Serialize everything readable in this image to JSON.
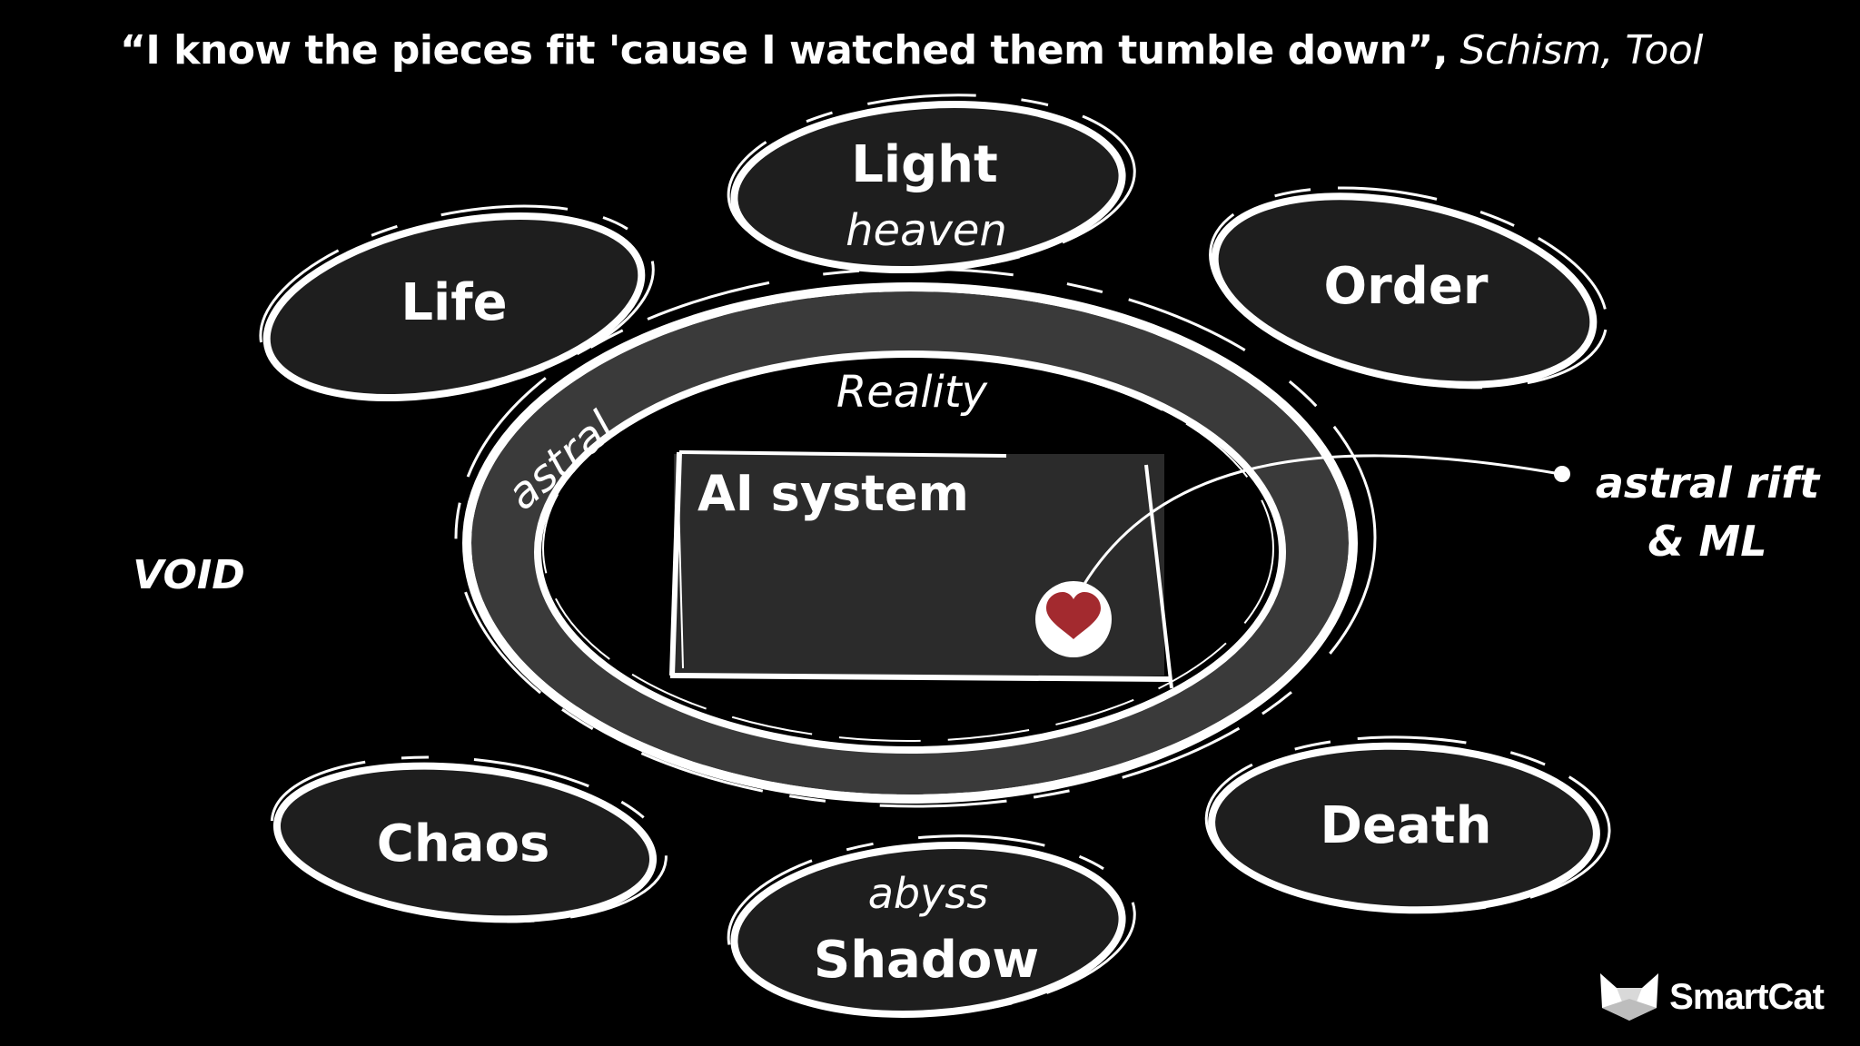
{
  "quote": {
    "text": "“I know the pieces fit 'cause I watched them tumble down”",
    "separator": ",",
    "source": "Schism, Tool"
  },
  "realms": {
    "light": {
      "name": "Light",
      "sub": "heaven"
    },
    "life": {
      "name": "Life"
    },
    "order": {
      "name": "Order"
    },
    "chaos": {
      "name": "Chaos"
    },
    "death": {
      "name": "Death"
    },
    "shadow": {
      "name": "Shadow",
      "sub": "abyss"
    }
  },
  "center": {
    "reality": "Reality",
    "astral": "astral",
    "ai_system": "AI system"
  },
  "void": "VOID",
  "rift": {
    "line1": "astral rift",
    "line2": "& ML"
  },
  "brand": {
    "name": "SmartCat"
  },
  "colors": {
    "background": "#000000",
    "ellipse_fill": "#1e1e1e",
    "astral_ring": "#3a3a3a",
    "box_fill": "#2b2b2b",
    "stroke": "#ffffff",
    "heart": "#a32a2f"
  }
}
